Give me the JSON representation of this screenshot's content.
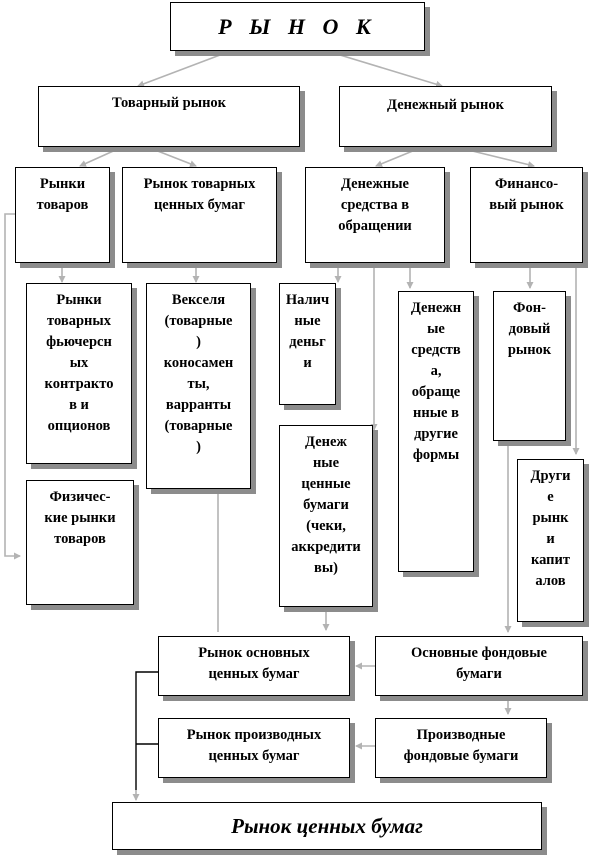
{
  "diagram": {
    "title": "Р Ы Н О К",
    "nodes": {
      "tovarny": "Товарный рынок",
      "denezhny": "Денежный  рынок",
      "rynki_tovarov": "Рынки\nтоваров",
      "rynok_tov_cb": "Рынок товарных\nценных бумаг",
      "den_sredstva": "Денежные\nсредства в\nобращении",
      "finansovy": "Финансо-\nвый рынок",
      "futures": "Рынки\nтоварных\nфьючерсн\nых\nконтракто\nв и\nопционов",
      "vekselya": "Векселя\n(товарные\n)\nконосамен\nты,\nварранты\n(товарные\n)",
      "nalichnye": "Налич\nные\nденьг\nи",
      "obrashchennye": "Денежн\nые\nсредств\nа,\nобраще\nнные в\nдругие\nформы",
      "fondovy": "Фон-\nдовый\nрынок",
      "fizicheskie": "Физичес-\nкие рынки\nтоваров",
      "den_cb": "Денеж\nные\nценные\nбумаги\n(чеки,\nаккредити\nвы)",
      "drugie": "Други\nе\nрынк\nи\nкапит\nалов",
      "osn_rynok": "Рынок основных\nценных бумаг",
      "osn_fond": "Основные фондовые\nбумаги",
      "proizv_rynok": "Рынок производных\nценных бумаг",
      "proizv_fond": "Производные\nфондовые бумаги",
      "rynok_cb": "Рынок ценных бумаг"
    }
  }
}
